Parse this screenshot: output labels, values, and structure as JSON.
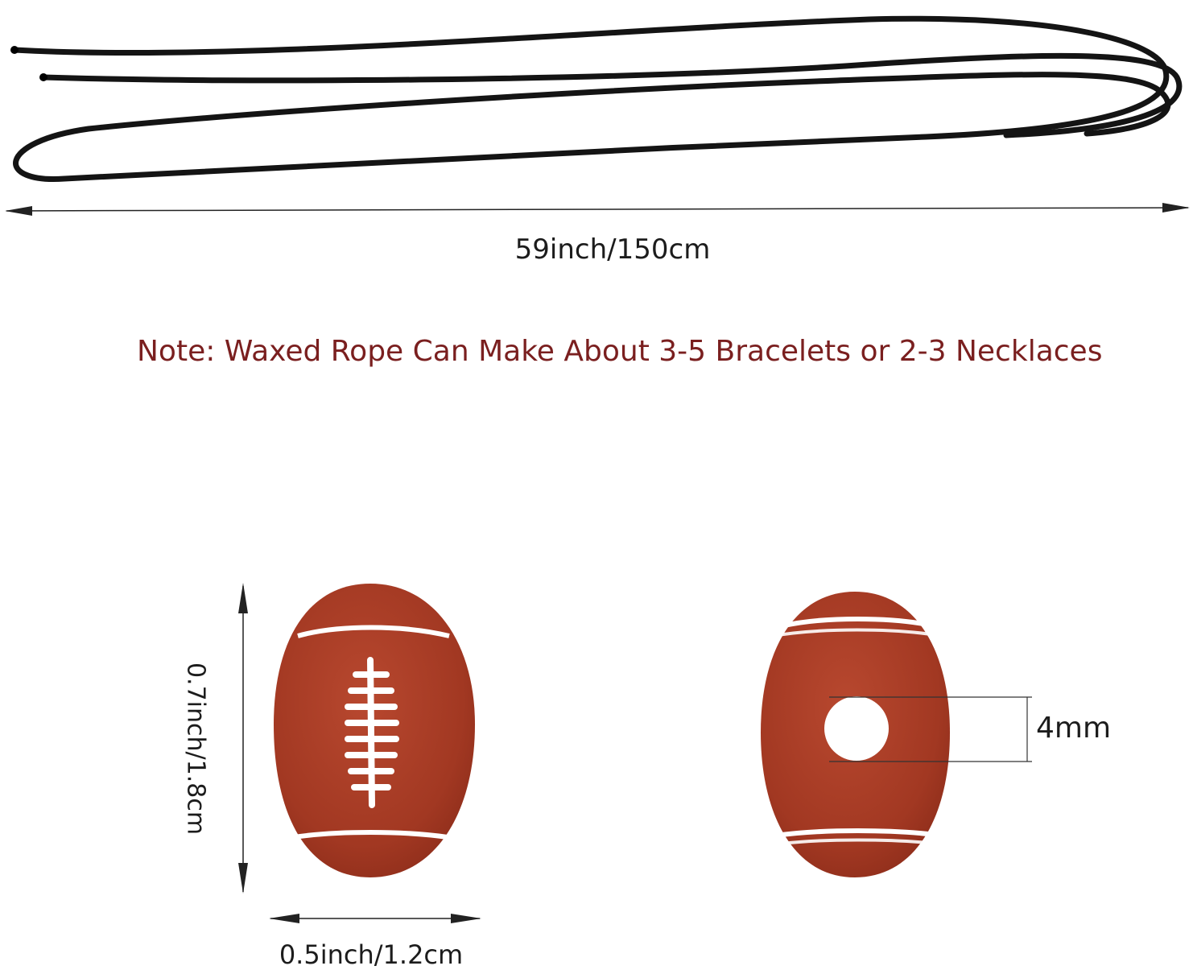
{
  "rope": {
    "length_label": "59inch/150cm",
    "color": "#111111"
  },
  "note": {
    "text": "Note: Waxed Rope Can Make About 3-5 Bracelets or 2-3 Necklaces",
    "color": "#7a1f1f"
  },
  "bead": {
    "height_label": "0.7inch/1.8cm",
    "width_label": "0.5inch/1.2cm",
    "hole_label": "4mm",
    "body_color": "#a33a25",
    "stripe_color": "#ffffff"
  }
}
